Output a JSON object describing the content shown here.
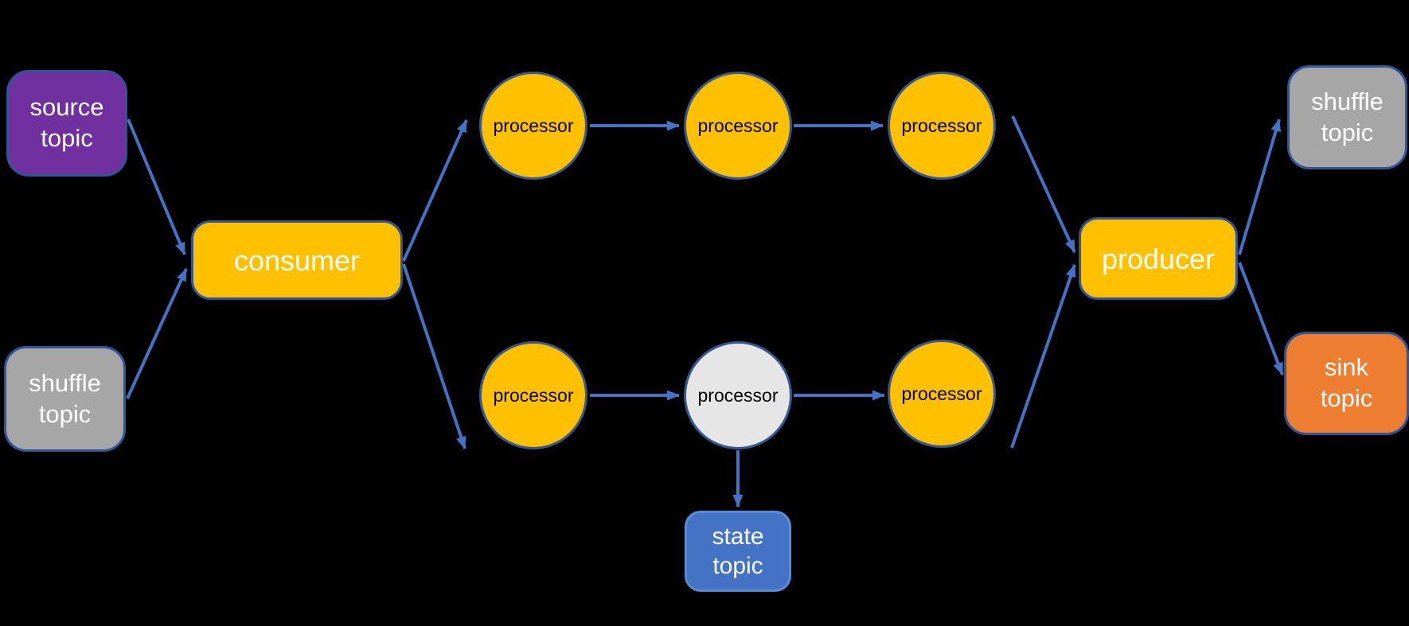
{
  "diagram": {
    "title": "stream-processing-topology",
    "background_color": "#000000",
    "arrow_color": "#4472C4",
    "shape_border_color": "#2F5597",
    "nodes": {
      "source_topic": {
        "label": "source topic",
        "shape": "rounded-rect",
        "fill": "#7030A0",
        "text_color": "#FFFFFF"
      },
      "shuffle_topic_left": {
        "label": "shuffle topic",
        "shape": "rounded-rect",
        "fill": "#A6A6A6",
        "text_color": "#FFFFFF"
      },
      "consumer": {
        "label": "consumer",
        "shape": "rounded-rect",
        "fill": "#FFC000",
        "text_color": "#FFFFFF"
      },
      "processor_top_1": {
        "label": "processor",
        "shape": "circle",
        "fill": "#FFC000",
        "text_color": "#000000"
      },
      "processor_top_2": {
        "label": "processor",
        "shape": "circle",
        "fill": "#FFC000",
        "text_color": "#000000"
      },
      "processor_top_3": {
        "label": "processor",
        "shape": "circle",
        "fill": "#FFC000",
        "text_color": "#000000"
      },
      "processor_bottom_1": {
        "label": "processor",
        "shape": "circle",
        "fill": "#FFC000",
        "text_color": "#000000"
      },
      "processor_bottom_2": {
        "label": "processor",
        "shape": "circle",
        "fill": "#E7E6E6",
        "text_color": "#000000"
      },
      "processor_bottom_3": {
        "label": "processor",
        "shape": "circle",
        "fill": "#FFC000",
        "text_color": "#000000"
      },
      "state_topic": {
        "label": "state topic",
        "shape": "rounded-rect",
        "fill": "#4472C4",
        "text_color": "#FFFFFF"
      },
      "producer": {
        "label": "producer",
        "shape": "rounded-rect",
        "fill": "#FFC000",
        "text_color": "#FFFFFF"
      },
      "shuffle_topic_right": {
        "label": "shuffle topic",
        "shape": "rounded-rect",
        "fill": "#A6A6A6",
        "text_color": "#FFFFFF"
      },
      "sink_topic": {
        "label": "sink topic",
        "shape": "rounded-rect",
        "fill": "#ED7D31",
        "text_color": "#FFFFFF"
      }
    },
    "edges": [
      {
        "from": "source_topic",
        "to": "consumer"
      },
      {
        "from": "shuffle_topic_left",
        "to": "consumer"
      },
      {
        "from": "consumer",
        "to": "processor_top_1"
      },
      {
        "from": "consumer",
        "to": "processor_bottom_1"
      },
      {
        "from": "processor_top_1",
        "to": "processor_top_2"
      },
      {
        "from": "processor_top_2",
        "to": "processor_top_3"
      },
      {
        "from": "processor_bottom_1",
        "to": "processor_bottom_2"
      },
      {
        "from": "processor_bottom_2",
        "to": "processor_bottom_3"
      },
      {
        "from": "processor_top_3",
        "to": "producer"
      },
      {
        "from": "processor_bottom_3",
        "to": "producer"
      },
      {
        "from": "processor_bottom_2",
        "to": "state_topic"
      },
      {
        "from": "producer",
        "to": "shuffle_topic_right"
      },
      {
        "from": "producer",
        "to": "sink_topic"
      }
    ]
  }
}
